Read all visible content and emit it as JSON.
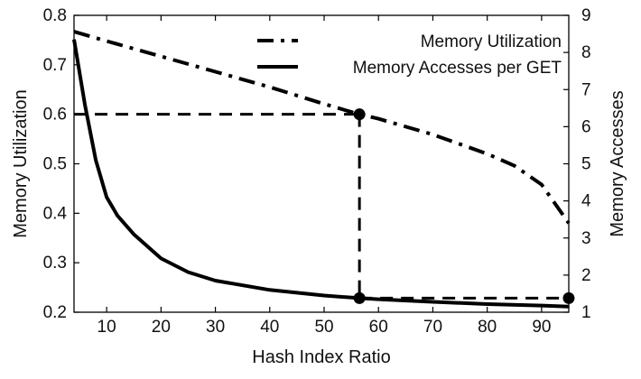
{
  "chart_data": {
    "type": "line",
    "xlabel": "Hash Index Ratio",
    "ylabel_left": "Memory Utilization",
    "ylabel_right": "Memory Accesses",
    "xlim": [
      4,
      95
    ],
    "ylim_left": [
      0.2,
      0.8
    ],
    "ylim_right": [
      1,
      9
    ],
    "xticks": [
      10,
      20,
      30,
      40,
      50,
      60,
      70,
      80,
      90
    ],
    "yticks_left": [
      0.2,
      0.3,
      0.4,
      0.5,
      0.6,
      0.7,
      0.8
    ],
    "yticks_right": [
      1,
      2,
      3,
      4,
      5,
      6,
      7,
      8,
      9
    ],
    "grid": false,
    "legend": "top-right",
    "series": [
      {
        "name": "Memory Utilization",
        "axis": "left",
        "style": "dashdot",
        "x": [
          4,
          10,
          20,
          30,
          40,
          50,
          56.5,
          60,
          70,
          80,
          85,
          90,
          95
        ],
        "y": [
          0.767,
          0.748,
          0.717,
          0.686,
          0.655,
          0.621,
          0.6,
          0.591,
          0.559,
          0.52,
          0.496,
          0.458,
          0.38
        ]
      },
      {
        "name": "Memory Accesses per GET",
        "axis": "right",
        "style": "solid",
        "x": [
          4,
          6,
          8,
          10,
          12,
          15,
          20,
          25,
          30,
          40,
          50,
          56.5,
          60,
          70,
          80,
          90,
          95
        ],
        "y": [
          8.35,
          6.6,
          5.1,
          4.1,
          3.6,
          3.1,
          2.45,
          2.08,
          1.85,
          1.6,
          1.45,
          1.38,
          1.35,
          1.28,
          1.22,
          1.18,
          1.15
        ]
      }
    ],
    "annotations": {
      "hline_left": {
        "y": 0.6,
        "x_to": 56.5
      },
      "vline": {
        "x": 56.5
      },
      "hline_right": {
        "y": 1.38,
        "x_from": 56.5,
        "x_to": 95
      },
      "markers": [
        {
          "axis": "left",
          "x": 56.5,
          "y": 0.6
        },
        {
          "axis": "right",
          "x": 56.5,
          "y": 1.38
        },
        {
          "axis": "right",
          "x": 95,
          "y": 1.38
        }
      ]
    }
  }
}
